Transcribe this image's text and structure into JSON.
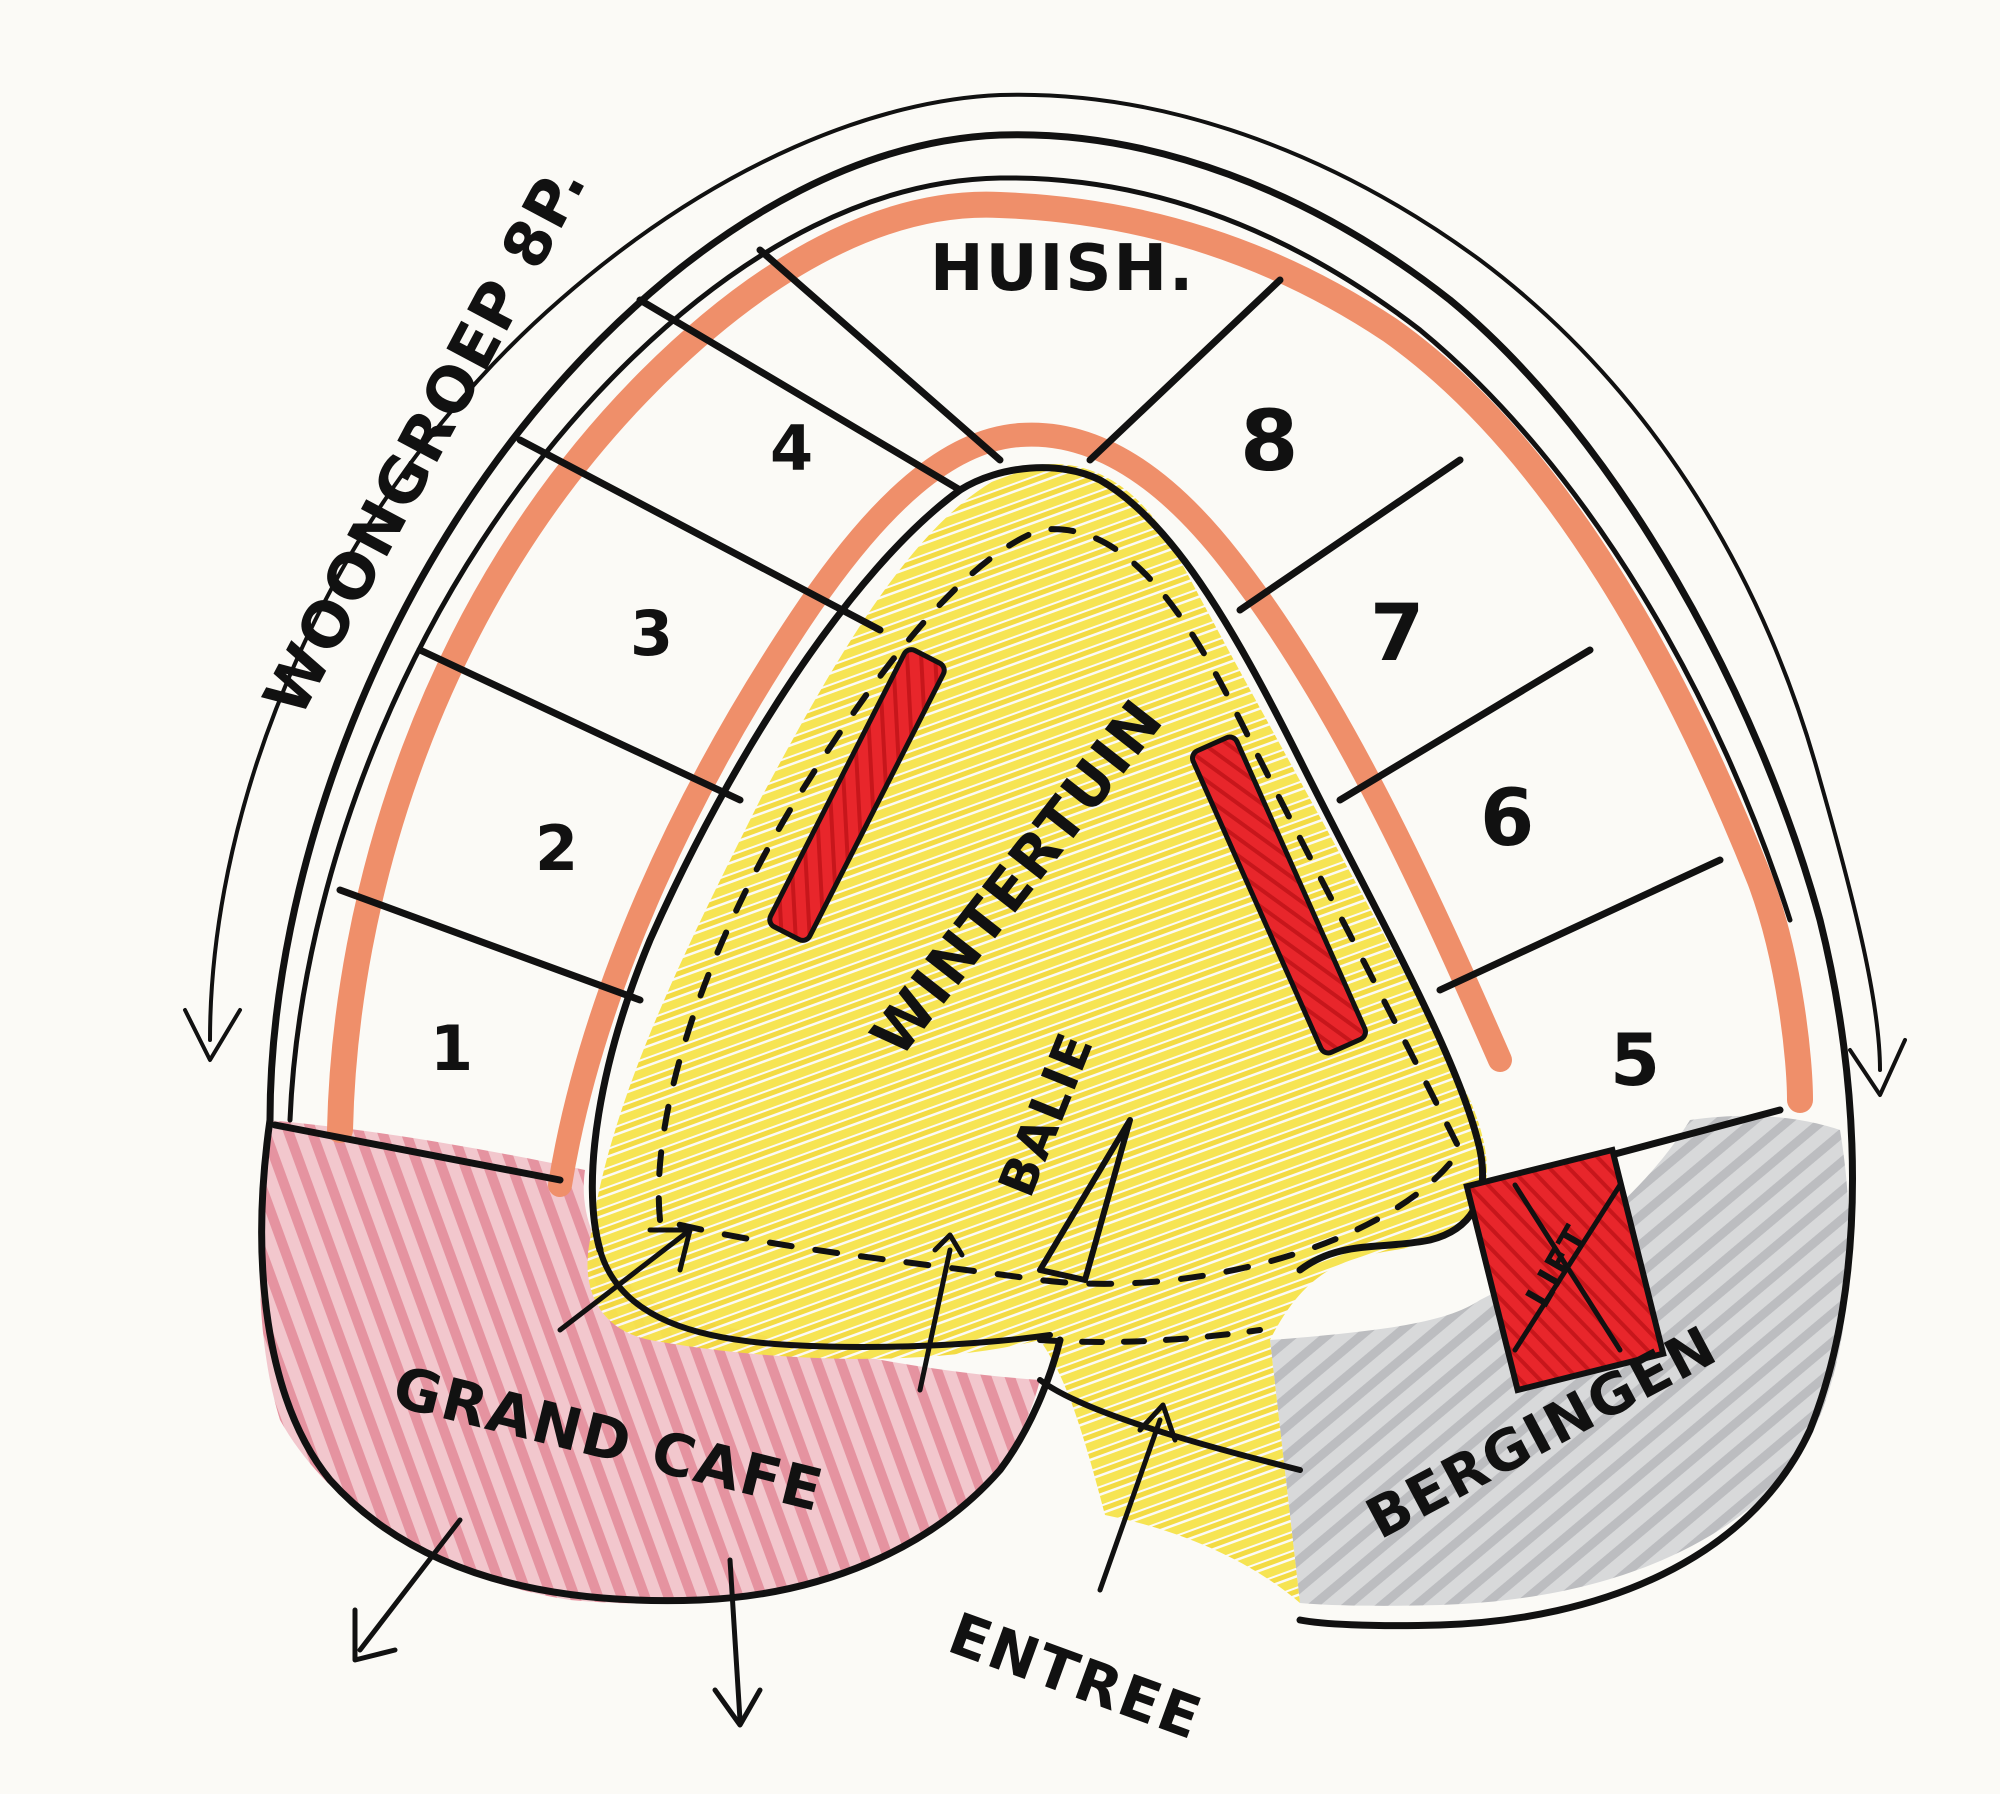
{
  "labels": {
    "wing": "WOONGROEP 8P.",
    "household": "HUISH.",
    "garden": "WINTERTUIN",
    "desk": "BALIE",
    "cafe": "GRAND CAFE",
    "utilities": "BERGINGEN",
    "lift": "LIFT",
    "entrance": "ENTREE"
  },
  "rooms": {
    "r1": "1",
    "r2": "2",
    "r3": "3",
    "r4": "4",
    "r5": "5",
    "r6": "6",
    "r7": "7",
    "r8": "8"
  },
  "colors": {
    "ink": "#111111",
    "paper": "#fbfaf6",
    "ring": "#ef8f6a",
    "garden": "#f6e34a",
    "planter": "#e8262b",
    "cafe": "#e9a2ad",
    "storage": "#c8c9cc"
  }
}
